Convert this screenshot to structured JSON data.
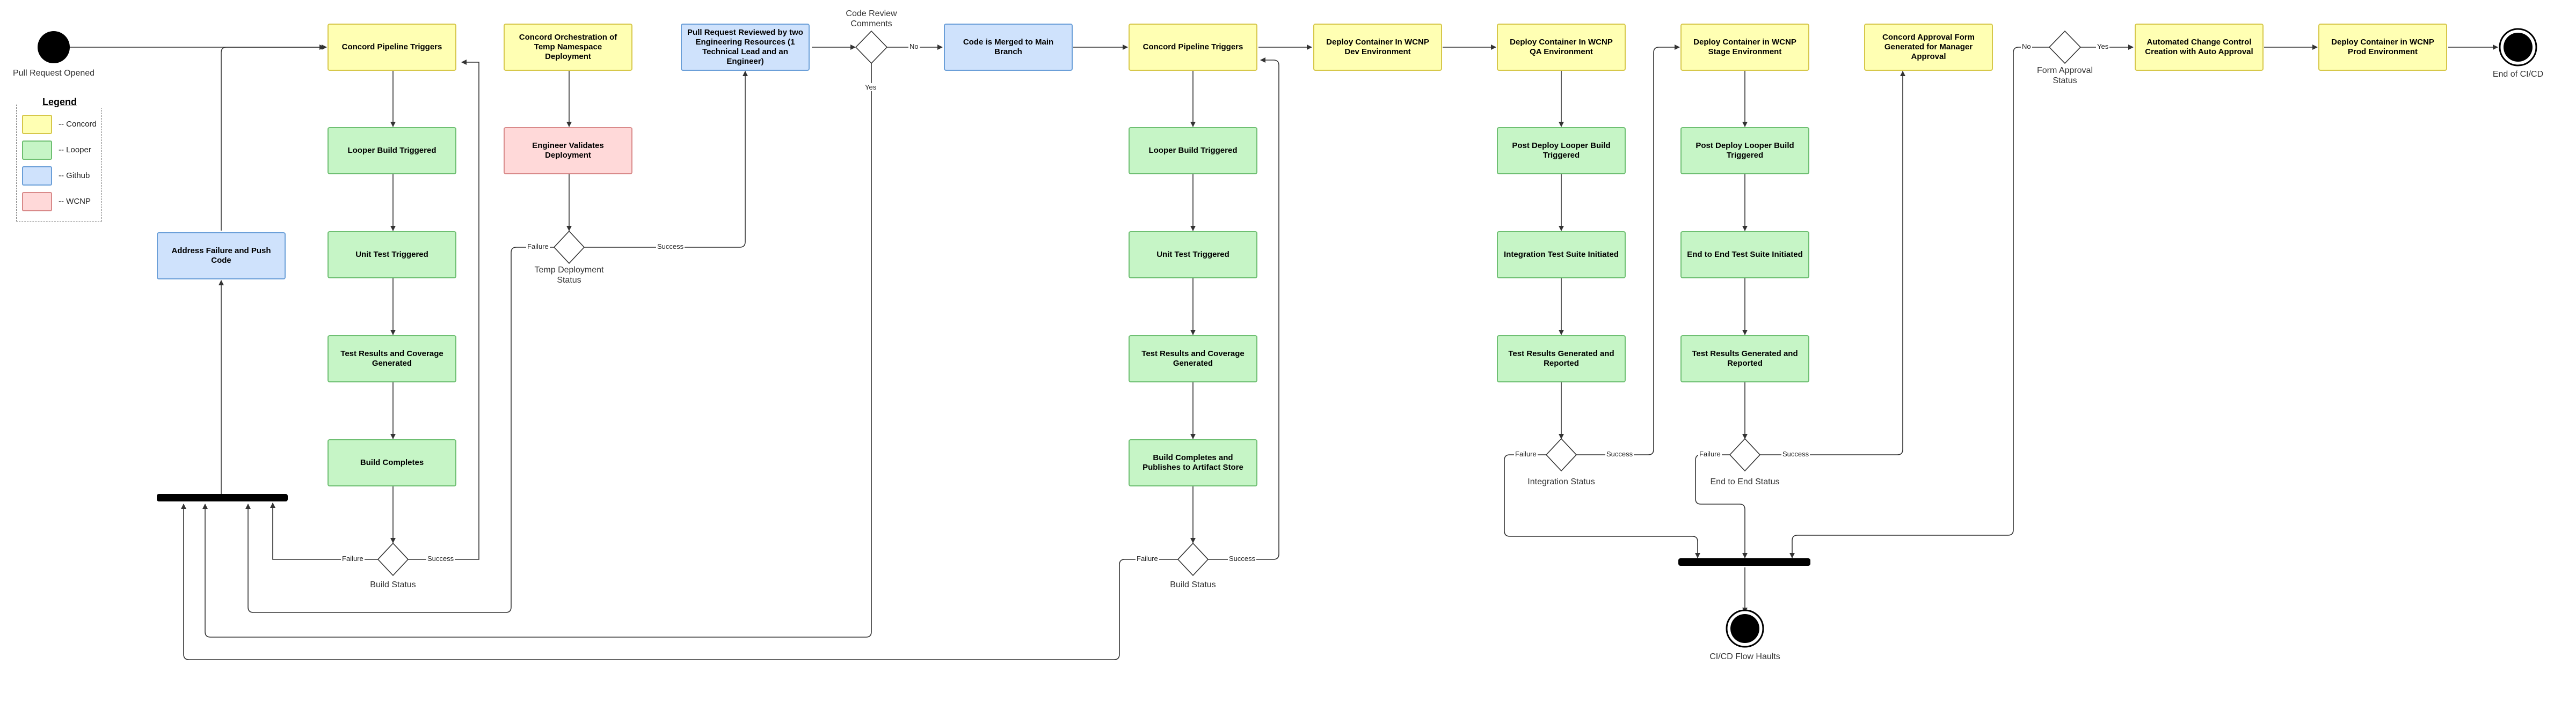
{
  "legend": {
    "title": "Legend",
    "items": [
      {
        "label": "-- Concord",
        "color": "#ffffb3"
      },
      {
        "label": "-- Looper",
        "color": "#c6f5c6"
      },
      {
        "label": "-- Github",
        "color": "#cfe2fc"
      },
      {
        "label": "-- WCNP",
        "color": "#ffd9d9"
      }
    ]
  },
  "nodes": {
    "start": "Pull Request Opened",
    "end": "End of CI/CD",
    "halt": "CI/CD Flow Haults",
    "concord_triggers_1": "Concord Pipeline Triggers",
    "looper_build_1": "Looper Build Triggered",
    "unit_test_1": "Unit Test Triggered",
    "test_results_1": "Test Results and Coverage Generated",
    "build_completes_1": "Build Completes",
    "address_failure": "Address Failure and Push Code",
    "temp_ns": "Concord Orchestration of Temp Namespace Deployment",
    "validate_deploy": "Engineer Validates Deployment",
    "pr_review": "Pull Request Reviewed by two Engineering Resources (1 Technical Lead and an Engineer)",
    "merge": "Code is Merged to Main Branch",
    "concord_triggers_2": "Concord Pipeline Triggers",
    "looper_build_2": "Looper Build Triggered",
    "unit_test_2": "Unit Test Triggered",
    "test_results_2": "Test Results and Coverage Generated",
    "build_publish": "Build Completes and Publishes to Artifact Store",
    "deploy_dev": "Deploy Container In WCNP Dev Environment",
    "deploy_qa": "Deploy Container In WCNP QA Environment",
    "post_deploy_qa": "Post Deploy Looper Build Triggered",
    "integration_suite": "Integration Test Suite Initiated",
    "test_reported_qa": "Test Results Generated and Reported",
    "deploy_stage": "Deploy Container in WCNP Stage Environment",
    "post_deploy_stage": "Post Deploy Looper Build Triggered",
    "e2e_suite": "End to End Test Suite Initiated",
    "test_reported_stage": "Test Results Generated and Reported",
    "approval_form": "Concord Approval Form Generated for Manager Approval",
    "auto_change": "Automated Change Control Creation with Auto Approval",
    "deploy_prod": "Deploy Container in WCNP Prod Environment"
  },
  "decisions": {
    "build_status_1": "Build Status",
    "temp_deploy_status": "Temp Deployment Status",
    "code_review": "Code Review Comments",
    "build_status_2": "Build Status",
    "integration_status": "Integration Status",
    "e2e_status": "End to End Status",
    "form_approval": "Form Approval Status"
  },
  "edge_labels": {
    "failure": "Failure",
    "success": "Success",
    "yes": "Yes",
    "no": "No"
  }
}
